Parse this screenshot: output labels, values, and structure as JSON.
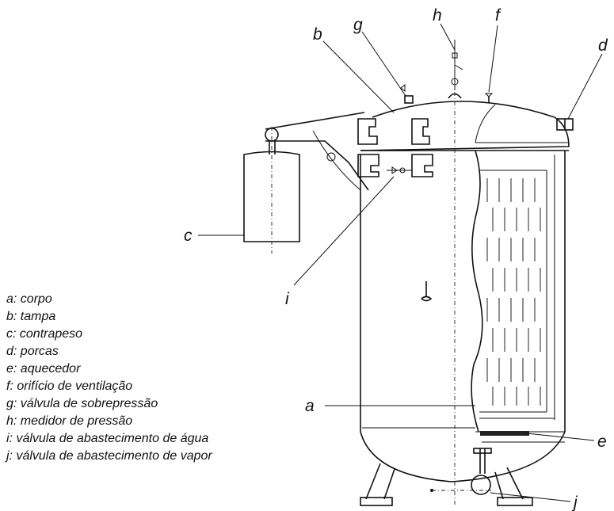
{
  "callouts": {
    "a": "a",
    "b": "b",
    "c": "c",
    "d": "d",
    "e": "e",
    "f": "f",
    "g": "g",
    "h": "h",
    "i": "i",
    "j": "j"
  },
  "legend": [
    "a: corpo",
    "b: tampa",
    "c: contrapeso",
    "d: porcas",
    "e: aquecedor",
    "f: orifício de ventilação",
    "g: válvula de sobrepressão",
    "h: medidor de pressão",
    "i: válvula de abastecimento de água",
    "j: válvula de abastecimento de vapor"
  ]
}
